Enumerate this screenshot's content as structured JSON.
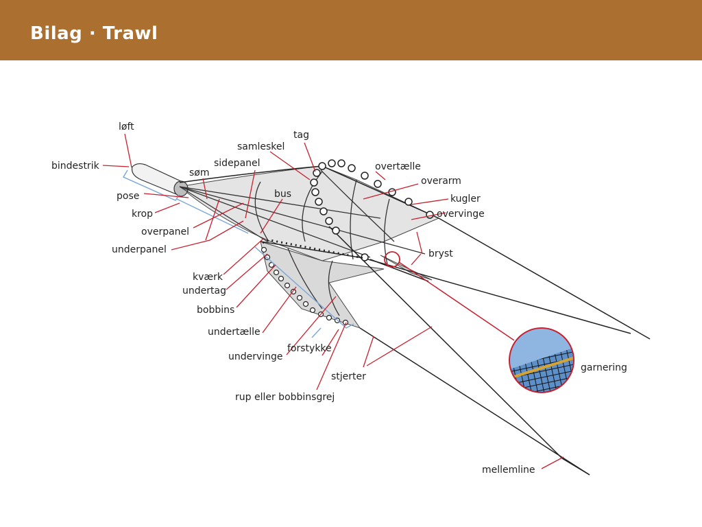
{
  "header": {
    "title": "Bilag · Trawl",
    "background": "#ab6f30"
  },
  "colors": {
    "leader": "#c8202e",
    "bracket": "#7ea8d6",
    "net": "#e2e2e2",
    "rope": "#222222"
  },
  "labels": {
    "loft": "løft",
    "bindestrik": "bindestrik",
    "tag": "tag",
    "samleskel": "samleskel",
    "sidepanel": "sidepanel",
    "som": "søm",
    "bus": "bus",
    "overtaelle": "overtælle",
    "overarm": "overarm",
    "kugler": "kugler",
    "overvinge": "overvinge",
    "pose": "pose",
    "krop": "krop",
    "overpanel": "overpanel",
    "underpanel": "underpanel",
    "bryst": "bryst",
    "kvaerk": "kværk",
    "undertag": "undertag",
    "bobbins": "bobbins",
    "undertaelle": "undertælle",
    "forstykke": "forstykke",
    "undervinge": "undervinge",
    "stjerter": "stjerter",
    "rup": "rup eller bobbinsgrej",
    "garnering": "garnering",
    "mellemline": "mellemline"
  }
}
